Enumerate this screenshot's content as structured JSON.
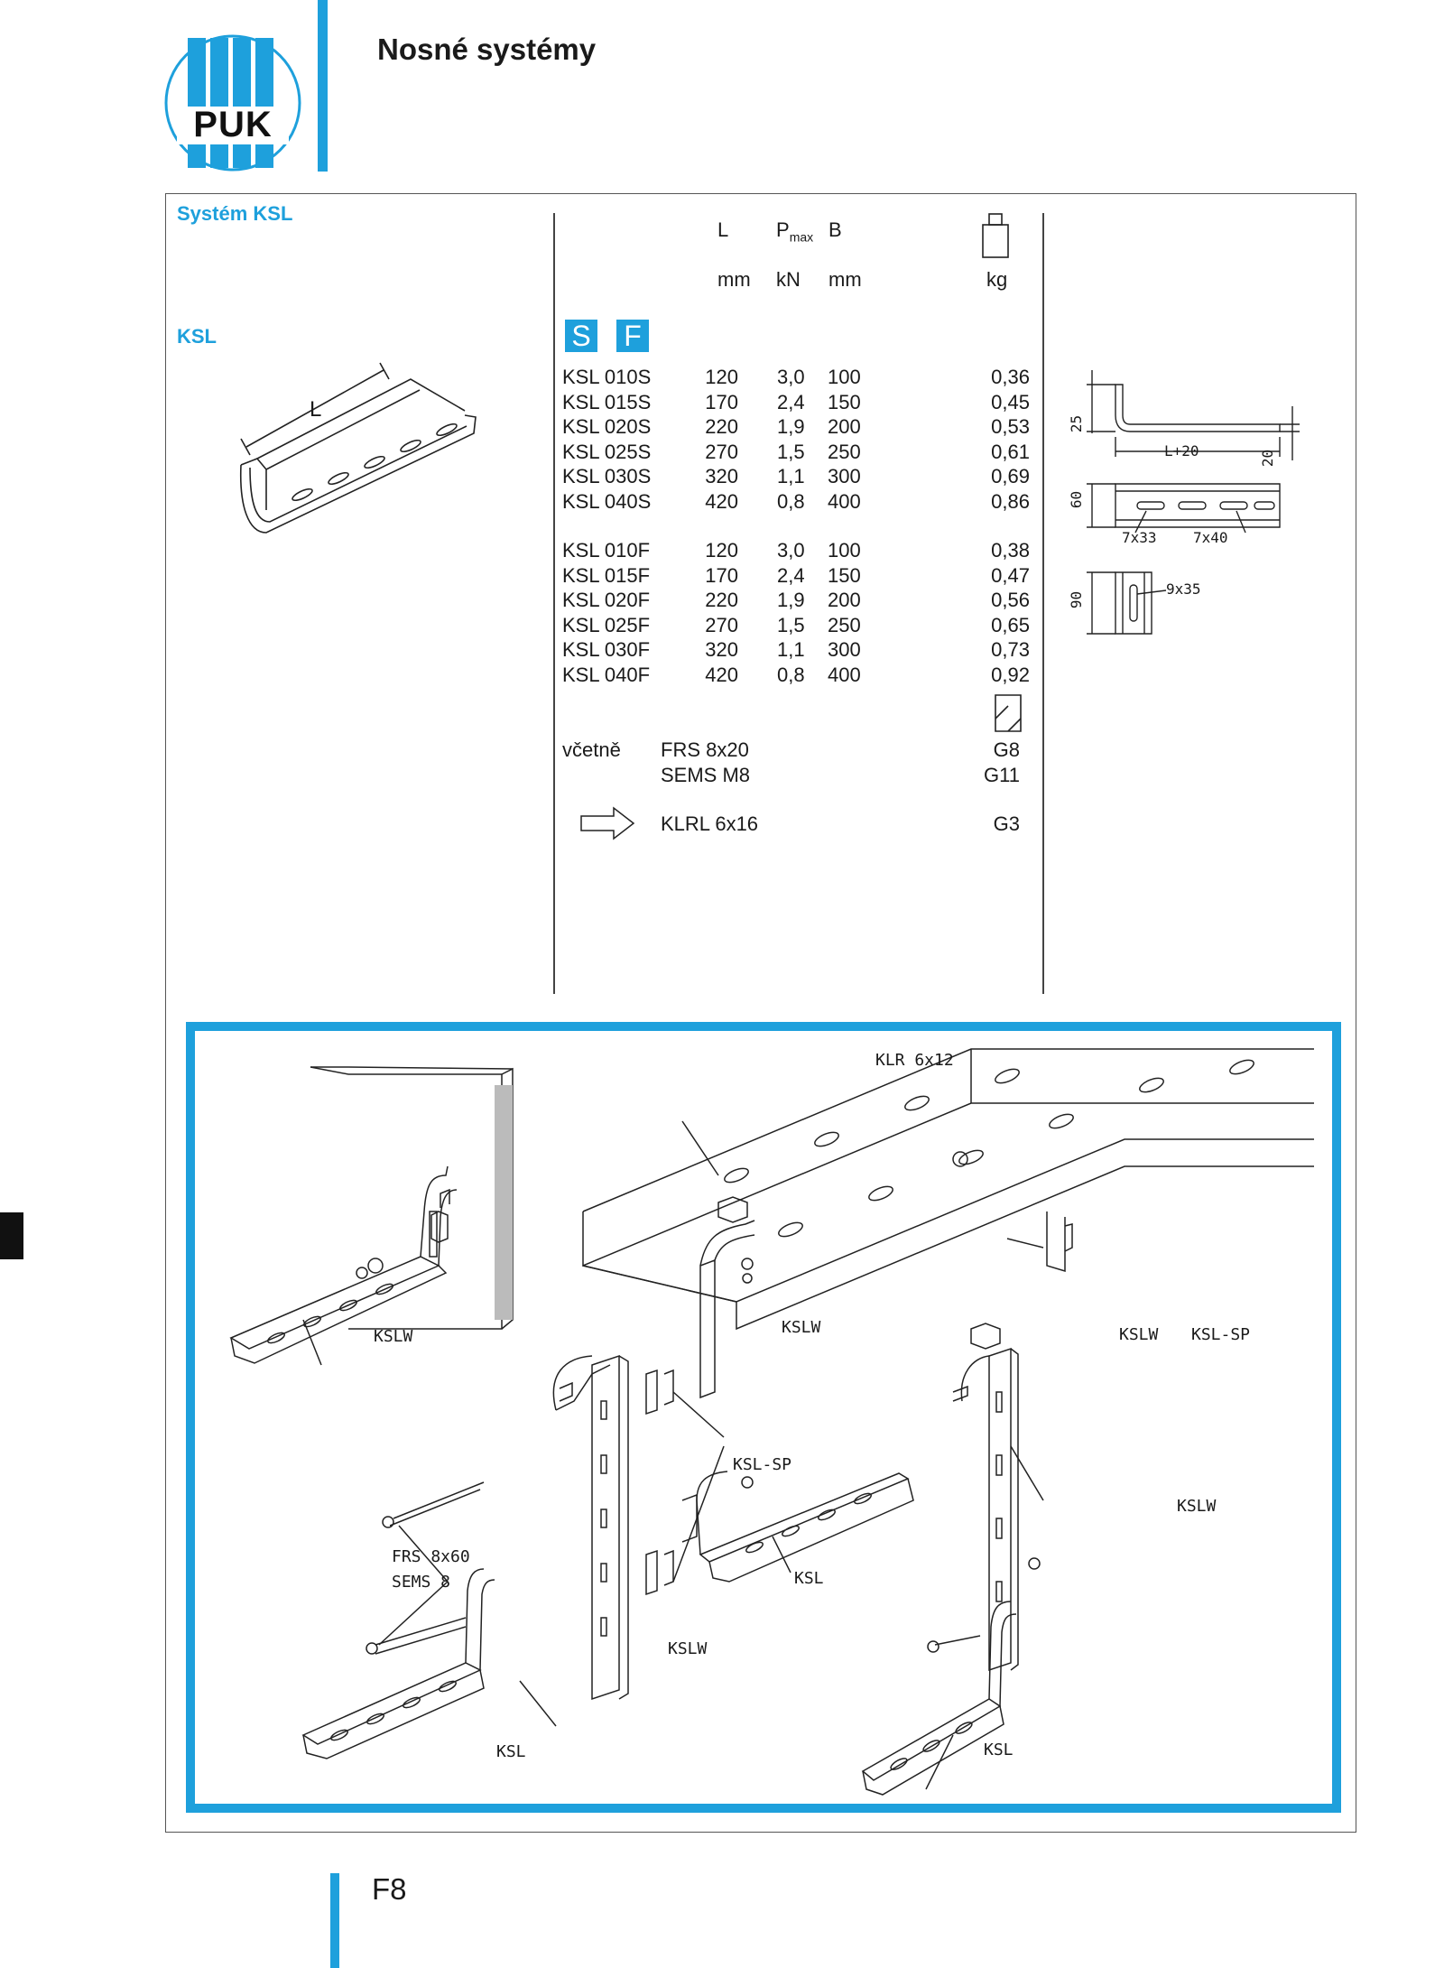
{
  "header": {
    "title": "Nosné systémy",
    "logo_text": "PUK"
  },
  "section": {
    "system_label": "Systém KSL",
    "product_label": "KSL"
  },
  "table": {
    "col_headers": [
      "L",
      "Pmax",
      "B"
    ],
    "units": [
      "mm",
      "kN",
      "mm",
      "kg"
    ],
    "material_badges": [
      "S",
      "F"
    ],
    "rows_s": [
      {
        "code": "KSL 010S",
        "L": "120",
        "P": "3,0",
        "B": "100",
        "kg": "0,36"
      },
      {
        "code": "KSL 015S",
        "L": "170",
        "P": "2,4",
        "B": "150",
        "kg": "0,45"
      },
      {
        "code": "KSL 020S",
        "L": "220",
        "P": "1,9",
        "B": "200",
        "kg": "0,53"
      },
      {
        "code": "KSL 025S",
        "L": "270",
        "P": "1,5",
        "B": "250",
        "kg": "0,61"
      },
      {
        "code": "KSL 030S",
        "L": "320",
        "P": "1,1",
        "B": "300",
        "kg": "0,69"
      },
      {
        "code": "KSL 040S",
        "L": "420",
        "P": "0,8",
        "B": "400",
        "kg": "0,86"
      }
    ],
    "rows_f": [
      {
        "code": "KSL 010F",
        "L": "120",
        "P": "3,0",
        "B": "100",
        "kg": "0,38"
      },
      {
        "code": "KSL 015F",
        "L": "170",
        "P": "2,4",
        "B": "150",
        "kg": "0,47"
      },
      {
        "code": "KSL 020F",
        "L": "220",
        "P": "1,9",
        "B": "200",
        "kg": "0,56"
      },
      {
        "code": "KSL 025F",
        "L": "270",
        "P": "1,5",
        "B": "250",
        "kg": "0,65"
      },
      {
        "code": "KSL 030F",
        "L": "320",
        "P": "1,1",
        "B": "300",
        "kg": "0,73"
      },
      {
        "code": "KSL 040F",
        "L": "420",
        "P": "0,8",
        "B": "400",
        "kg": "0,92"
      }
    ],
    "including_label": "včetně",
    "accessories": [
      {
        "name": "FRS 8x20",
        "ref": "G8"
      },
      {
        "name": "SEMS M8",
        "ref": "G11"
      }
    ],
    "related": {
      "name": "KLRL 6x16",
      "ref": "G3"
    }
  },
  "drawing_labels": {
    "product_length": "L",
    "dim_25": "25",
    "dim_L20": "L+20",
    "dim_20": "20",
    "dim_60": "60",
    "dim_7x33": "7x33",
    "dim_7x40": "7x40",
    "dim_90": "90",
    "dim_9x35": "9x35"
  },
  "illustration": {
    "labels": {
      "klr": "KLR 6x12",
      "kslw1": "KSLW",
      "kslw2": "KSLW",
      "kslw3": "KSLW",
      "kslw4": "KSLW",
      "kslw5": "KSLW",
      "ksl_sp1": "KSL-SP",
      "ksl_sp2": "KSL-SP",
      "ksl1": "KSL",
      "ksl2": "KSL",
      "ksl3": "KSL",
      "frs": "FRS 8x60",
      "sems": "SEMS 8"
    }
  },
  "footer": {
    "page": "F8"
  },
  "colors": {
    "accent": "#1ea0dc",
    "text": "#1a1a1a"
  }
}
